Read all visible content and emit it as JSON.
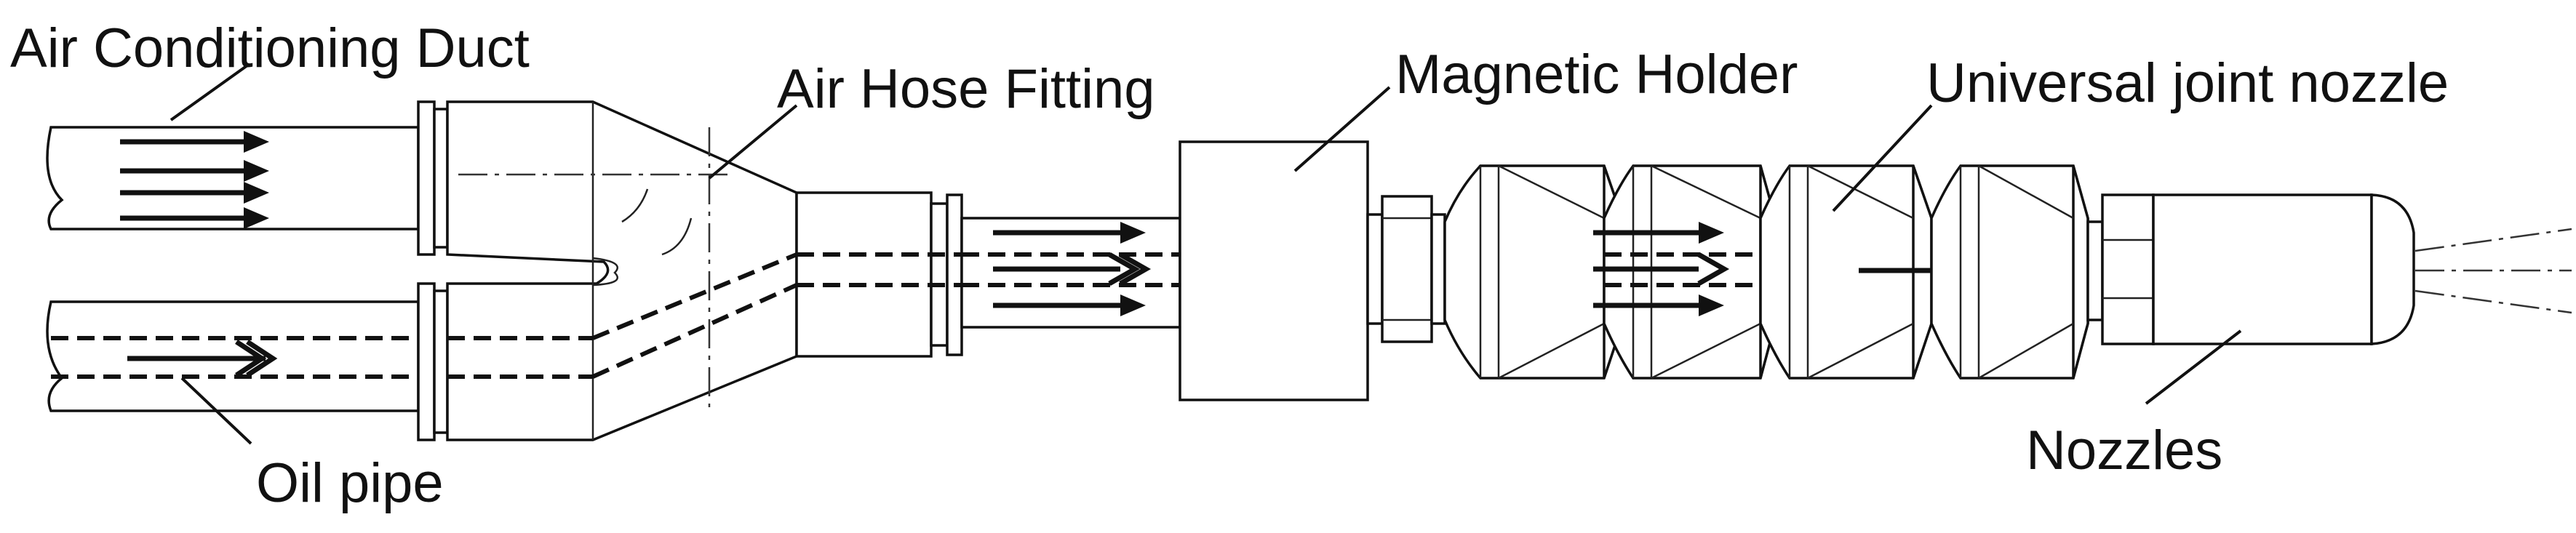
{
  "labels": {
    "air_duct": "Air Conditioning Duct",
    "hose_fitting": "Air Hose Fitting",
    "magnetic_holder": "Magnetic Holder",
    "universal_joint": "Universal joint nozzle",
    "oil_pipe": "Oil pipe",
    "nozzles": "Nozzles"
  }
}
